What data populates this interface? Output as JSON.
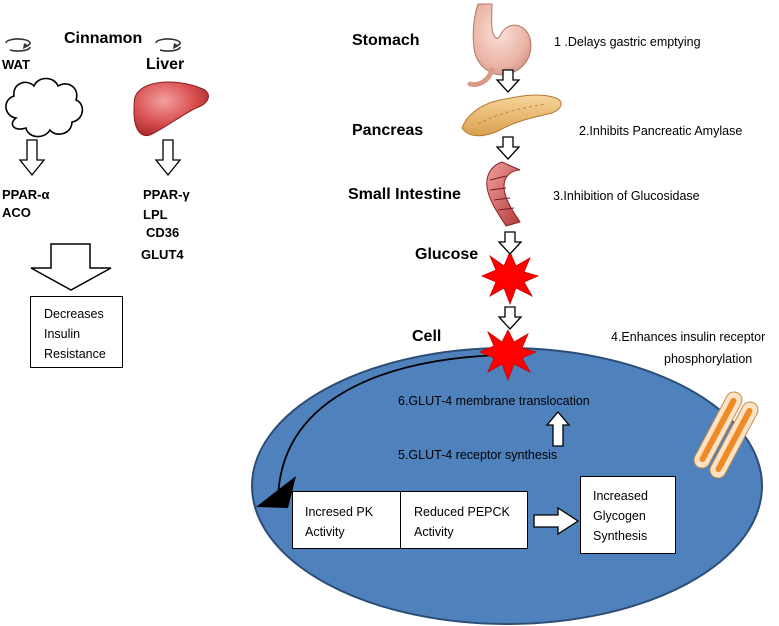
{
  "left": {
    "title": "Cinnamon",
    "wat": {
      "label": "WAT",
      "markers": [
        "PPAR-α",
        "ACO"
      ]
    },
    "liver": {
      "label": "Liver",
      "markers": [
        "PPAR-γ",
        "LPL",
        "CD36",
        "GLUT4"
      ]
    },
    "result_lines": [
      "Decreases",
      "Insulin",
      "Resistance"
    ]
  },
  "organs": {
    "stomach": "Stomach",
    "pancreas": "Pancreas",
    "small_intestine": "Small Intestine",
    "glucose": "Glucose",
    "cell": "Cell"
  },
  "effects": {
    "e1": "1 .Delays gastric emptying",
    "e2": "2.Inhibits Pancreatic Amylase",
    "e3": "3.Inhibition of Glucosidase",
    "e4_line1": "4.Enhances insulin receptor",
    "e4_line2": "phosphorylation",
    "e5": "5.GLUT-4 receptor synthesis",
    "e6": "6.GLUT-4 membrane translocation"
  },
  "cell_boxes": {
    "pk_lines": [
      "Incresed PK",
      "Activity"
    ],
    "pepck_lines": [
      "Reduced PEPCK",
      "Activity"
    ],
    "glycogen_lines": [
      "Increased",
      "Glycogen",
      "Synthesis"
    ]
  },
  "colors": {
    "cell_fill": "#4f81bd",
    "cell_stroke": "#2c4d75",
    "burst": "#ff0000",
    "liver": "#d94f4f",
    "receptor": "#f08a24"
  },
  "icons": {
    "rotate": "circular-arrow-icon",
    "cloud": "adipose-cloud-icon",
    "liver": "liver-icon",
    "stomach": "stomach-icon",
    "pancreas": "pancreas-icon",
    "intestine": "intestine-icon",
    "glucose": "starburst-icon",
    "receptor": "insulin-receptor-icon"
  }
}
